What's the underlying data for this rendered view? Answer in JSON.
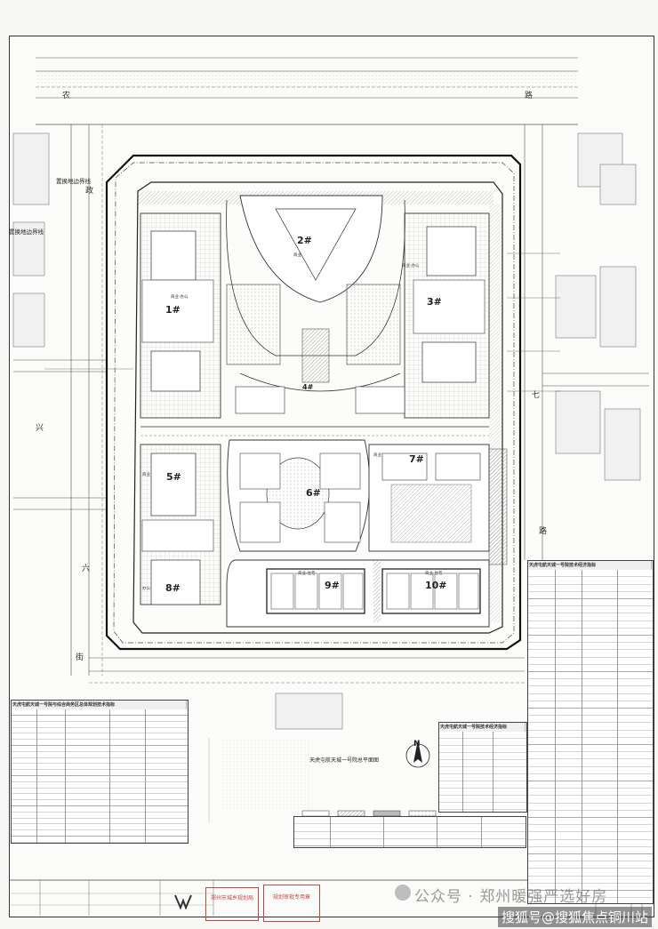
{
  "roads": {
    "north": "农",
    "north2": "路",
    "east": "七",
    "east2": "路",
    "west_top": "政",
    "west_mid": "兴",
    "west_low": "六",
    "south": "街"
  },
  "labels": {
    "boundary_line_1": "置换地边界线",
    "boundary_line_2": "置换地边界线",
    "compass": "N",
    "drawing_title": "天虎屯航天城一号院总平面图"
  },
  "buildings": [
    {
      "num": "1#"
    },
    {
      "num": "2#"
    },
    {
      "num": "3#"
    },
    {
      "num": "4#"
    },
    {
      "num": "5#"
    },
    {
      "num": "6#"
    },
    {
      "num": "7#"
    },
    {
      "num": "8#"
    },
    {
      "num": "9#"
    },
    {
      "num": "10#"
    }
  ],
  "building_notes": {
    "b1": "商业·办公",
    "b2": "商业",
    "b3": "商业·办公",
    "b5": "商业",
    "b8": "办公",
    "b7": "商业",
    "b9": "商业·住宅",
    "b10": "商业·住宅"
  },
  "tables": {
    "right_title": "天虎屯航天城一号院技术经济指标",
    "left_title": "天虎屯航天城一号院与综合商务区总体规划技术指标",
    "mid_title": "天虎屯航天城一号院技术经济指标"
  },
  "stamps": {
    "stamp1": "郑州市城乡规划局",
    "stamp2": "规划审批专用章"
  },
  "watermarks": {
    "wm1": "公众号 · 郑州暖强严选好房",
    "wm2": "搜狐号@搜狐焦点铜川站"
  },
  "colors": {
    "line": "#333333",
    "stamp": "#c4473f",
    "hatch": "#9a9a9a"
  }
}
